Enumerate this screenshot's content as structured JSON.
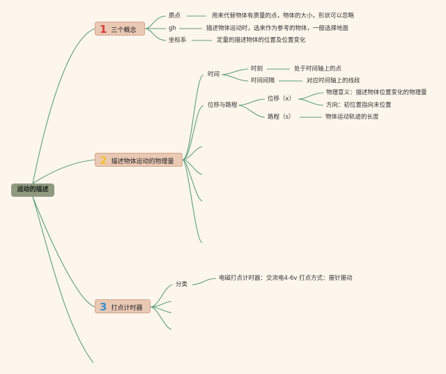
{
  "root": "运动的描述",
  "branches": [
    {
      "num": "1",
      "num_color": "#d93a3a",
      "label": "三个概念",
      "children": [
        {
          "term": "质点",
          "desc": "用来代替物体有质量的点，物体的大小，形状可以忽略"
        },
        {
          "term": "gh",
          "desc": "描述物体运动时，选来作为参考的物体，一般选择地面"
        },
        {
          "term": "坐标系",
          "desc": "定量的描述物体的位置及位置变化"
        }
      ]
    },
    {
      "num": "2",
      "num_color": "#f2c230",
      "label": "描述物体运动的物理量",
      "time": {
        "label": "时间",
        "moment": "时刻",
        "moment_desc": "处于时间轴上的点",
        "interval": "时间间隔",
        "interval_desc": "对应时间轴上的线段"
      },
      "displacement": {
        "label": "位移与路程",
        "disp": "位移（x）",
        "disp_meaning": "物理意义：描述物体位置变化的物理量",
        "disp_direction": "方向：初位置指向末位置",
        "path": "路程（s）",
        "path_desc": "物体运动轨迹的长度"
      }
    },
    {
      "num": "3",
      "num_color": "#3a8fd0",
      "label": "打点计时器",
      "category": "分类",
      "category_desc": "电磁打点计时器：交流电4-6v 打点方式：振针振动"
    }
  ],
  "colors": {
    "link": "#5d9e7c",
    "background": "#fdf6ec",
    "root_fill": "#8f9a80",
    "box_fill": "#e9c8b4"
  }
}
